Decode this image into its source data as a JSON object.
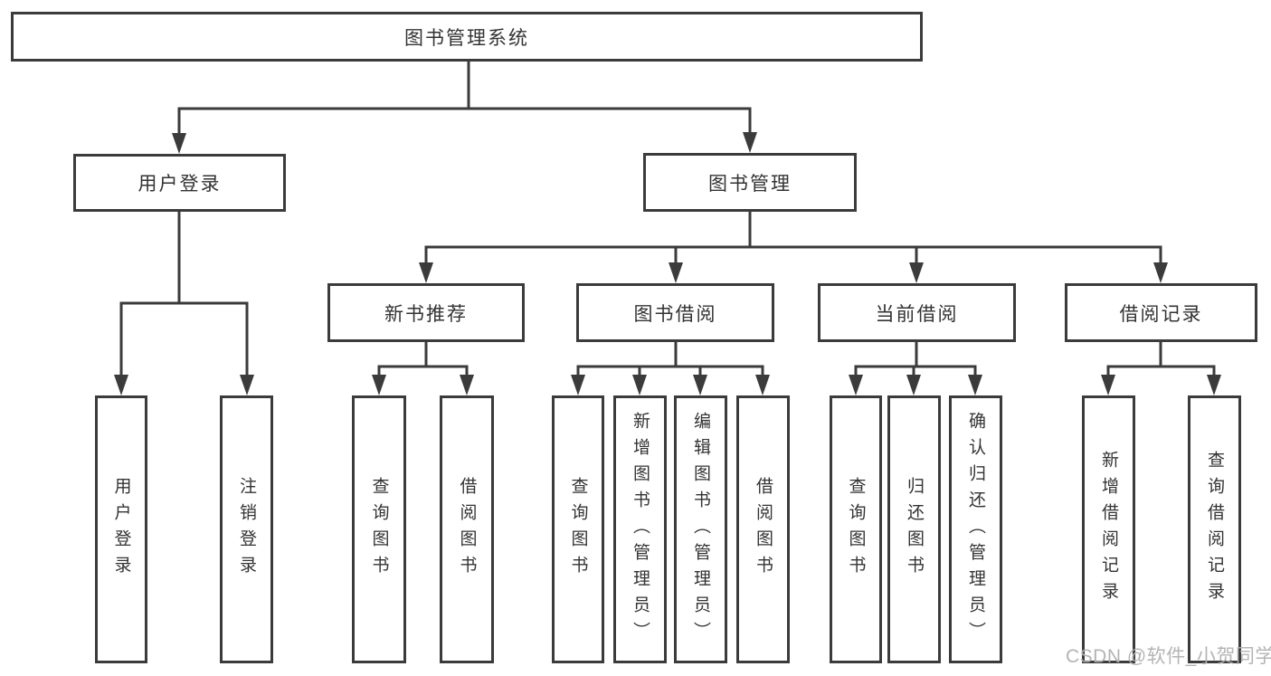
{
  "tree": {
    "label": "图书管理系统",
    "children": [
      {
        "label": "用户登录",
        "children": [
          {
            "label": "用户登录"
          },
          {
            "label": "注销登录"
          }
        ]
      },
      {
        "label": "图书管理",
        "children": [
          {
            "label": "新书推荐",
            "children": [
              {
                "label": "查询图书"
              },
              {
                "label": "借阅图书"
              }
            ]
          },
          {
            "label": "图书借阅",
            "children": [
              {
                "label": "查询图书"
              },
              {
                "label": "新增图书（管理员）"
              },
              {
                "label": "编辑图书（管理员）"
              },
              {
                "label": "借阅图书"
              }
            ]
          },
          {
            "label": "当前借阅",
            "children": [
              {
                "label": "查询图书"
              },
              {
                "label": "归还图书"
              },
              {
                "label": "确认归还（管理员）"
              }
            ]
          },
          {
            "label": "借阅记录",
            "children": [
              {
                "label": "新增借阅记录"
              },
              {
                "label": "查询借阅记录"
              }
            ]
          }
        ]
      }
    ]
  },
  "watermark": "CSDN @软件_小贺同学",
  "colors": {
    "line": "#3b3b3b",
    "text": "#333333",
    "watermark": "#b0b0b0"
  }
}
